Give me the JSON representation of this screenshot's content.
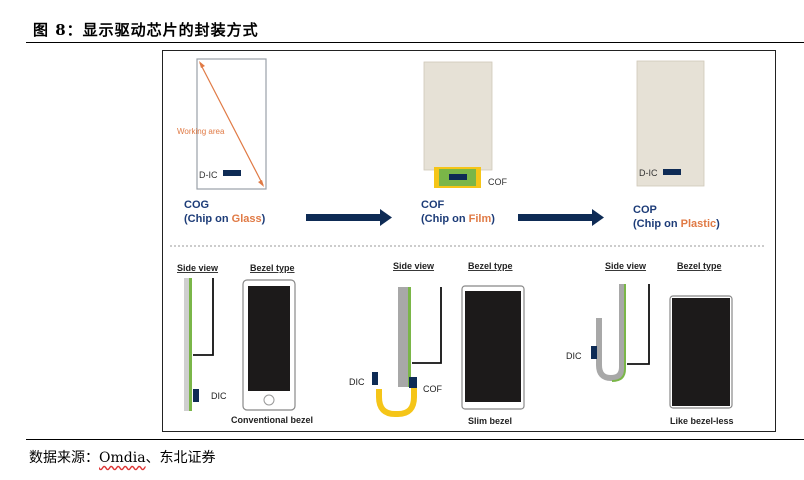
{
  "title": "图 8：显示驱动芯片的封装方式",
  "source": {
    "prefix": "数据来源：",
    "org": "Omdia",
    "suffix": "、东北证券"
  },
  "top": {
    "working_area": "Working area",
    "dic": "D-IC",
    "cof_tag": "COF",
    "cog": {
      "abbr": "COG",
      "pre": "(Chip on ",
      "word": "Glass",
      "post": ")"
    },
    "cof": {
      "abbr": "COF",
      "pre": "(Chip on ",
      "word": "Film",
      "post": ")"
    },
    "cop": {
      "abbr": "COP",
      "pre": "(Chip on ",
      "word": "Plastic",
      "post": ")"
    }
  },
  "bottom": {
    "side_view": "Side view",
    "bezel_type": "Bezel type",
    "dic": "DIC",
    "cof": "COF",
    "conventional": "Conventional bezel",
    "slim": "Slim bezel",
    "bezel_less": "Like bezel-less"
  },
  "colors": {
    "accent_orange": "#e07a45",
    "navy": "#0e2b55",
    "green": "#7ab648",
    "yellow": "#f5c518",
    "panel_beige": "#e6e1d6",
    "gray": "#a8a8a8",
    "screen_black": "#1c1a1a"
  }
}
